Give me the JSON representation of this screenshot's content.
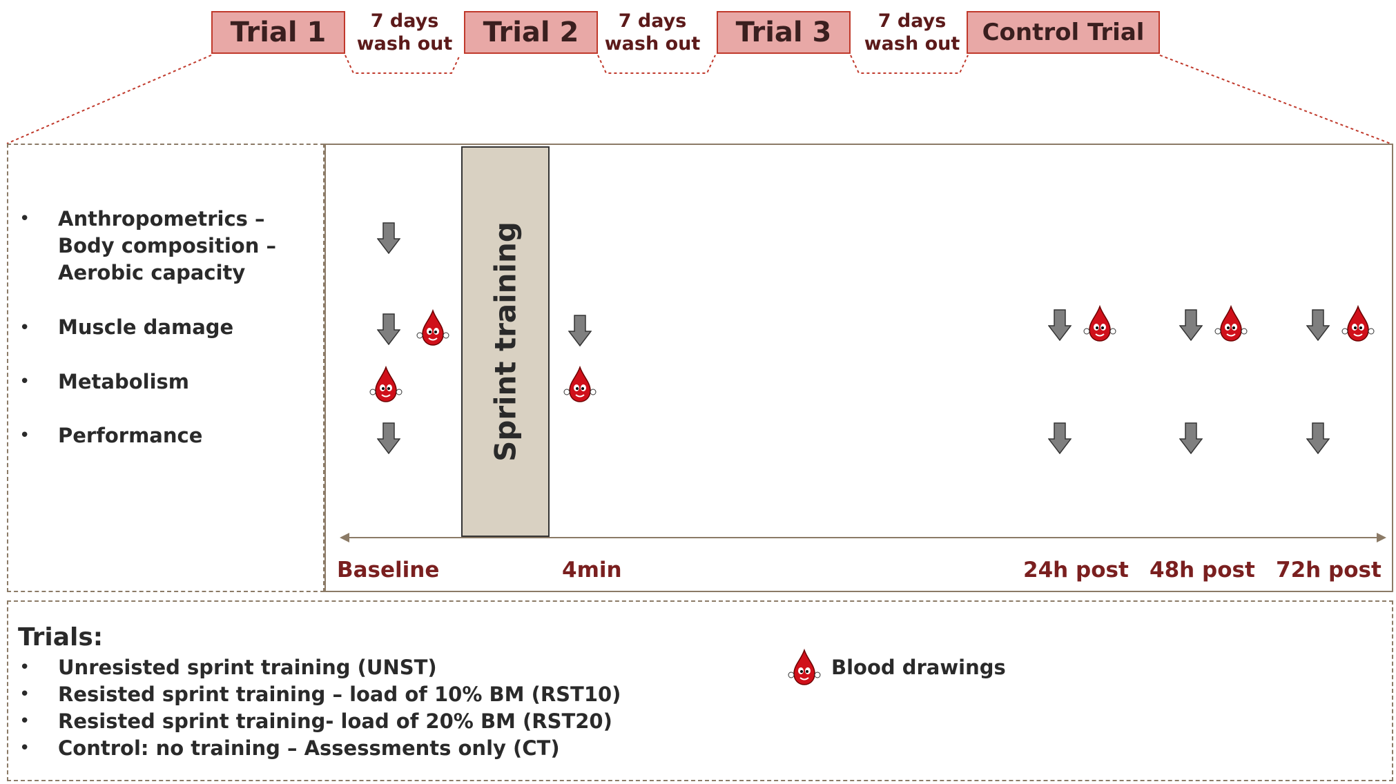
{
  "header": {
    "trials": [
      "Trial 1",
      "Trial 2",
      "Trial 3",
      "Control Trial"
    ],
    "washout_line1": "7 days",
    "washout_line2": "wash out"
  },
  "measures": [
    {
      "lines": [
        "Anthropometrics –",
        "Body composition –",
        "Aerobic capacity"
      ]
    },
    {
      "lines": [
        "Muscle damage"
      ]
    },
    {
      "lines": [
        "Metabolism"
      ]
    },
    {
      "lines": [
        "Performance"
      ]
    }
  ],
  "sprint_label": "Sprint training",
  "timeline": [
    "Baseline",
    "4min",
    "24h post",
    "48h post",
    "72h post"
  ],
  "trials_section": {
    "title": "Trials:",
    "items": [
      "Unresisted sprint training (UNST)",
      "Resisted sprint training – load of 10% BM (RST10)",
      "Resisted sprint training- load of 20% BM (RST20)",
      "Control: no training – Assessments only (CT)"
    ]
  },
  "legend": {
    "blood": "Blood drawings"
  },
  "icons": {
    "arrow": "down-arrow-icon",
    "blood": "blood-drop-mascot-icon"
  },
  "colors": {
    "trial_fill": "#e8a8a6",
    "trial_border": "#c0392b",
    "accent_text": "#7a1f1f",
    "frame": "#8b7a66",
    "sprint_fill": "#d9d1c2"
  }
}
